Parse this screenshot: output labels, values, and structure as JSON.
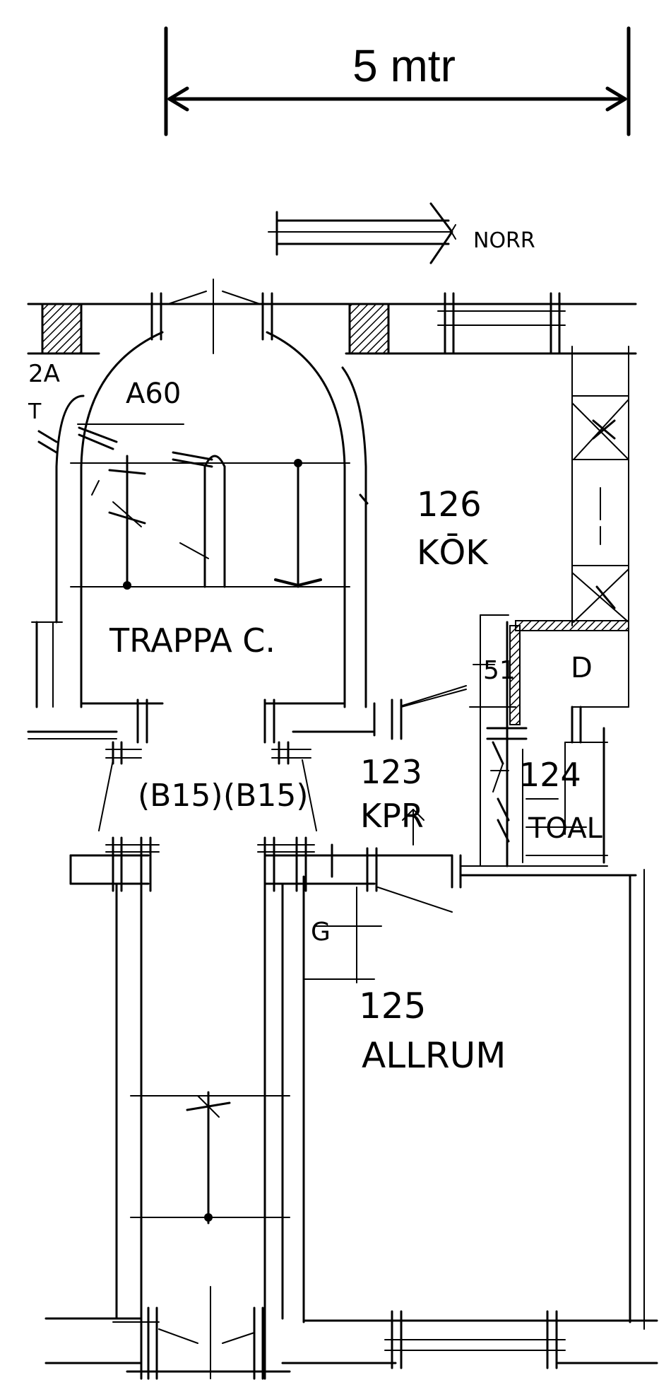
{
  "scale_bar": {
    "label": "5 mtr"
  },
  "north_arrow": {
    "label": "NORR"
  },
  "rooms": [
    {
      "id": "trappa",
      "number": "A60",
      "name": "TRAPPA C."
    },
    {
      "id": "kok",
      "number": "126",
      "name": "KŌK"
    },
    {
      "id": "kpr",
      "number": "123",
      "name": "KPR"
    },
    {
      "id": "toal",
      "number": "124",
      "name": "TOAL"
    },
    {
      "id": "allrum",
      "number": "125",
      "name": "ALLRUM"
    }
  ],
  "doors": [
    {
      "label": "(B15)"
    },
    {
      "label": "(B15)"
    }
  ],
  "marks": {
    "top_left": "2A",
    "top_left_small": "T",
    "closet": "D",
    "closet_code": "51",
    "wall_mark": "G"
  },
  "colors": {
    "ink": "#000000",
    "paper": "#ffffff"
  }
}
